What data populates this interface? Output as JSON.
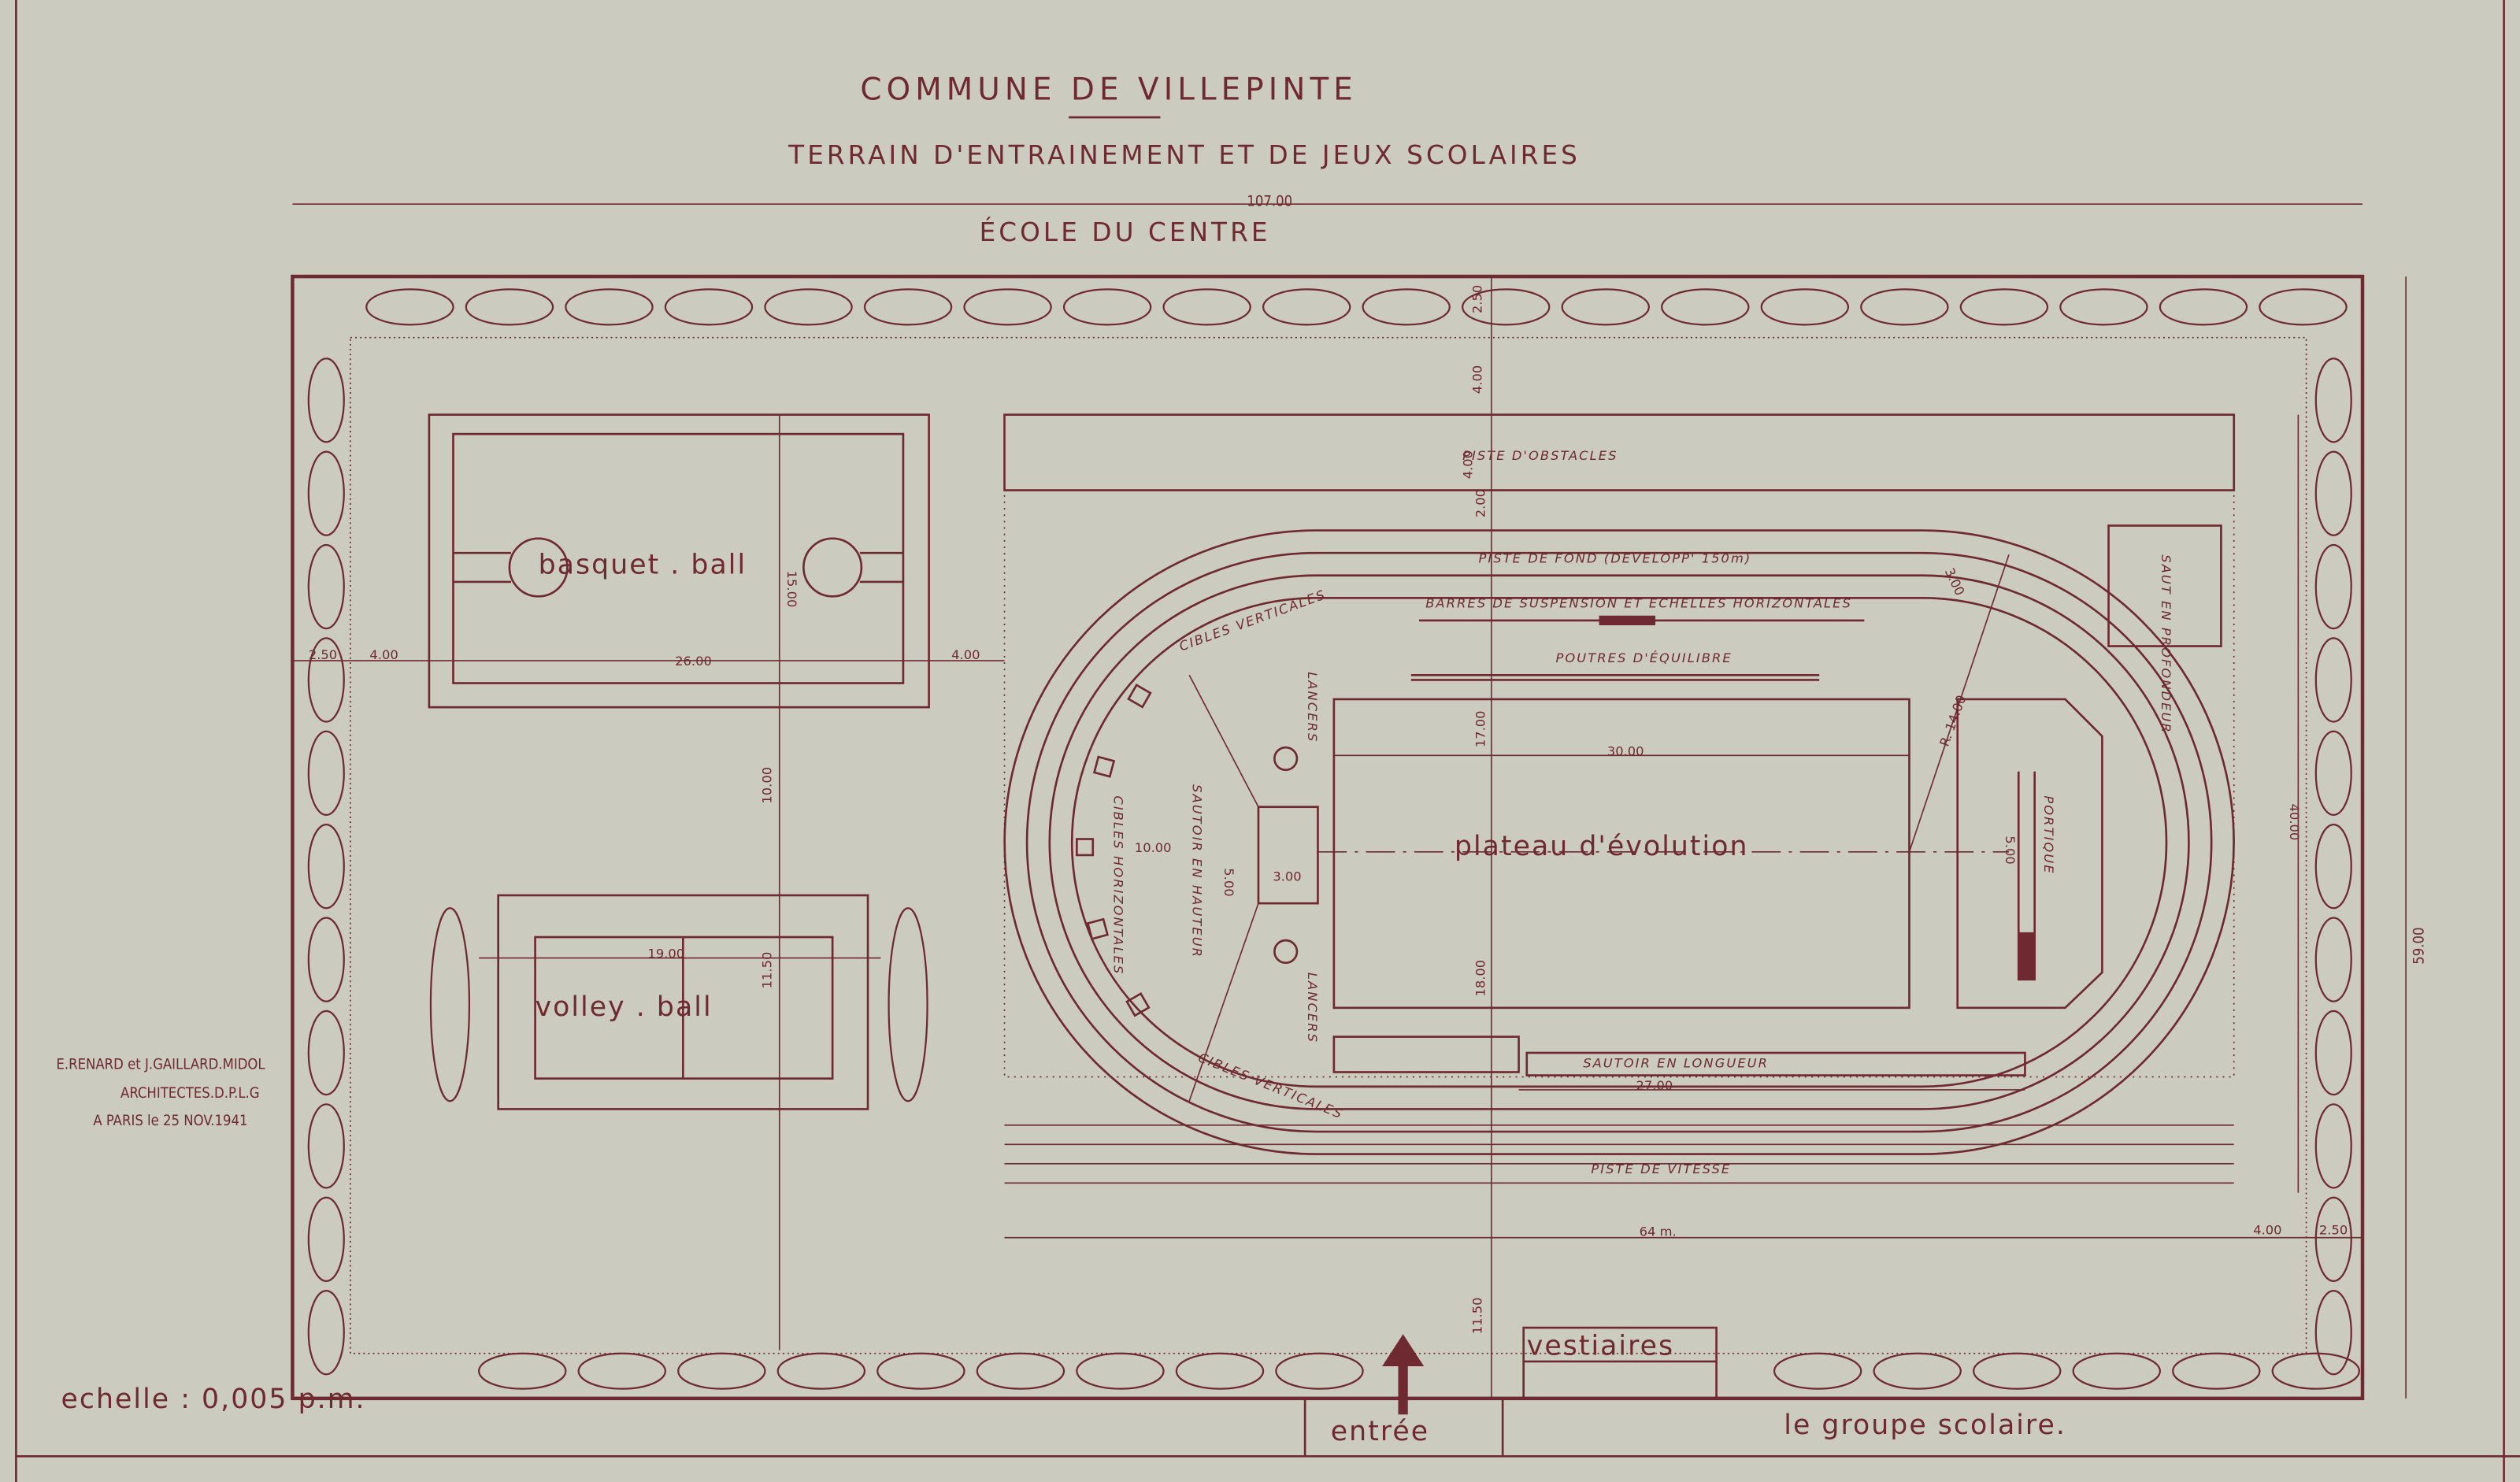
{
  "title": {
    "line1": "COMMUNE DE VILLEPINTE",
    "line2": "TERRAIN   D'ENTRAINEMENT   ET   DE   JEUX   SCOLAIRES",
    "line3": "ÉCOLE  DU  CENTRE"
  },
  "areas": {
    "basketball": "basquet . ball",
    "volleyball": "volley . ball",
    "plateau": "plateau d'évolution",
    "piste_obstacles": "PISTE   D'OBSTACLES",
    "piste_fond": "PISTE DE FOND  (DEVELOPP' 150m)",
    "barres": "BARRES DE SUSPENSION ET ECHELLES HORIZONTALES",
    "poutres": "POUTRES D'ÉQUILIBRE",
    "saut_profondeur": "SAUT EN PROFONDEUR",
    "cibles_verticales_top": "CIBLES VERTICALES",
    "cibles_verticales_bottom": "CIBLES VERTICALES",
    "cibles_horizontales": "CIBLES HORIZONTALES",
    "lancers_top": "LANCERS",
    "lancers_bottom": "LANCERS",
    "sautoir_hauteur": "SAUTOIR EN HAUTEUR",
    "sautoir_longueur": "SAUTOIR EN LONGUEUR",
    "portique": "PORTIQUE",
    "piste_vitesse": "PISTE DE VITESSE",
    "vestiaires": "vestiaires",
    "entree": "entrée",
    "groupe_scolaire": "le groupe scolaire."
  },
  "dimensions": {
    "total_width": "107.00",
    "total_height": "59.00",
    "basket_width": "26.00",
    "basket_height": "15.00",
    "left_gap": "4.00",
    "right_gap": "4.00",
    "hedge_width": "2.50",
    "courts_gap": "10.00",
    "volley_width": "19.00",
    "volley_height": "11.50",
    "top_hedge": "2.50",
    "top_gap": "4.00",
    "obstacles_width": "4.00",
    "sand_width": "2.00",
    "track_width": "3.00",
    "plateau_width": "30.00",
    "plateau_top": "17.00",
    "plateau_bottom": "18.00",
    "radius": "R. 14.00",
    "hauteur_a": "10.00",
    "hauteur_b": "5.00",
    "hauteur_c": "3.00",
    "portique": "5.00",
    "longueur": "27.00",
    "track_length": "64 m.",
    "right_gap_bottom": "4.00",
    "right_hedge": "2.50",
    "right_inner": "40.00",
    "bottom_gap": "11.50"
  },
  "credits": {
    "architects": "E.RENARD et J.GAILLARD.MIDOL",
    "title": "ARCHITECTES.D.P.L.G",
    "place_date": "A PARIS  le  25 NOV.1941"
  },
  "scale": "echelle : 0,005 p.m."
}
